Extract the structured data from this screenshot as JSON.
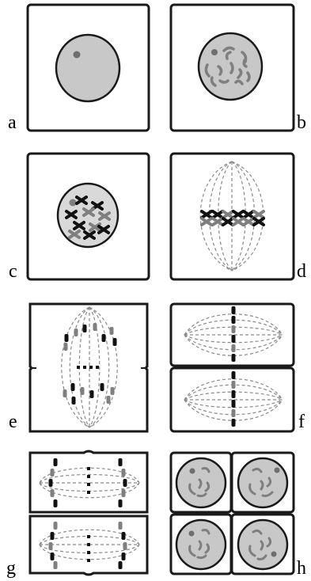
{
  "panels": [
    {
      "label": "a",
      "stage": "interphase"
    },
    {
      "label": "b",
      "stage": "prophase"
    },
    {
      "label": "c",
      "stage": "prometaphase"
    },
    {
      "label": "d",
      "stage": "metaphase"
    },
    {
      "label": "e",
      "stage": "anaphase-telophase"
    },
    {
      "label": "f",
      "stage": "meiosis-ii-metaphase"
    },
    {
      "label": "g",
      "stage": "meiosis-ii-anaphase"
    },
    {
      "label": "h",
      "stage": "four-daughter-cells"
    }
  ],
  "colors": {
    "cell_border": "#1a1a1a",
    "nucleus_fill": "#c8c8c8",
    "nucleus_light_fill": "#d9d9d9",
    "chromosome_dark": "#111111",
    "chromosome_grey": "#7f7f7f",
    "spindle": "#8a8a8a",
    "nucleolus": "#6e6e6e"
  }
}
